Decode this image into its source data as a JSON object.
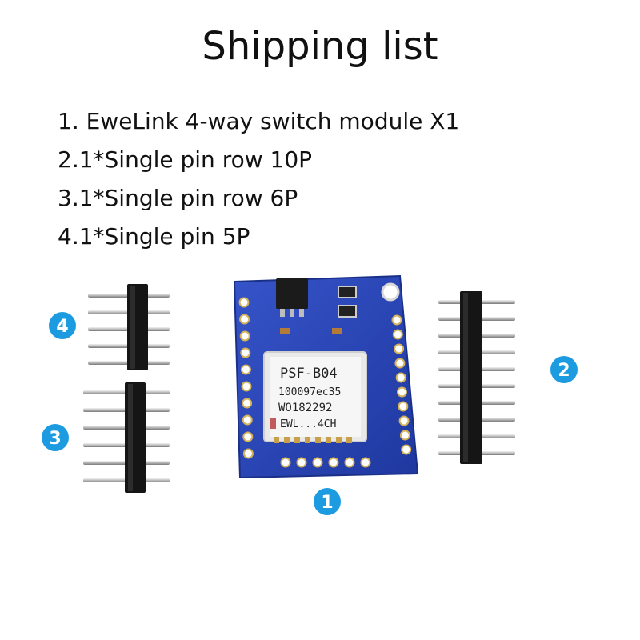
{
  "title": "Shipping list",
  "items": [
    "1. EweLink 4-way switch module X1",
    "2.1*Single pin row 10P",
    "3.1*Single pin row 6P",
    "4.1*Single pin 5P"
  ],
  "badges": {
    "b1": "1",
    "b2": "2",
    "b3": "3",
    "b4": "4"
  },
  "module": {
    "chip_lines": [
      "PSF-B04",
      "100097ec35",
      "WO182292",
      "EWL...4CH"
    ]
  },
  "colors": {
    "pcb": "#2a47b8",
    "badge": "#1d9be0",
    "header_plastic": "#151515",
    "pin_metal": "#c8c8c8"
  }
}
